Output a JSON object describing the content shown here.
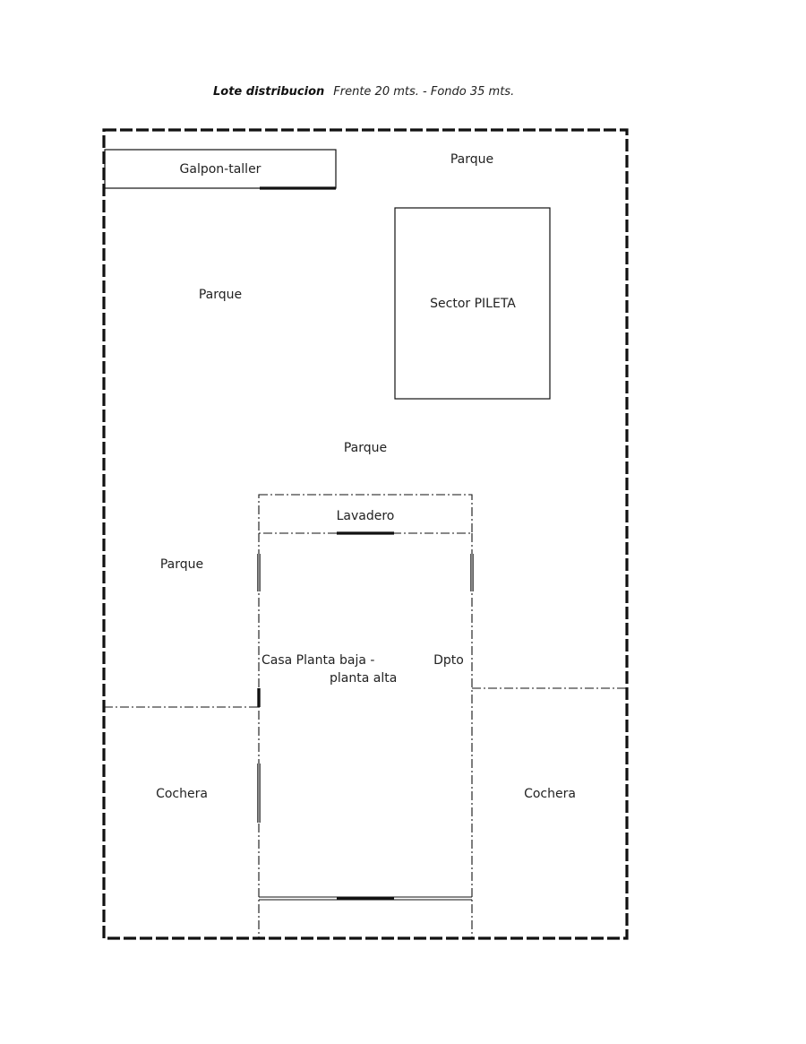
{
  "title": {
    "bold": "Lote distribucion",
    "rest": "Frente 20 mts. - Fondo 35 mts."
  },
  "labels": {
    "galpon": "Galpon-taller",
    "parque_top_right": "Parque",
    "parque_left": "Parque",
    "pileta": "Sector PILETA",
    "parque_center": "Parque",
    "lavadero": "Lavadero",
    "parque_mid_left": "Parque",
    "casa_line1": "Casa Planta baja -",
    "casa_line2": "planta alta",
    "dpto": "Dpto",
    "cochera_left": "Cochera",
    "cochera_right": "Cochera"
  },
  "colors": {
    "line": "#111111",
    "text": "#222222"
  }
}
